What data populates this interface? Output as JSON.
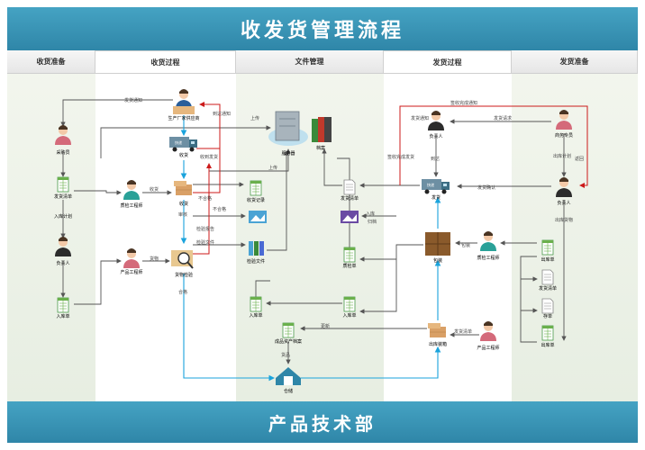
{
  "title": "收发货管理流程",
  "footer": "产品技术部",
  "lanes": [
    "收货准备",
    "收货过程",
    "文件管理",
    "发货过程",
    "发货准备"
  ],
  "nodes": {
    "manufacturer": "生产厂家供应商",
    "truck_recv": "收货",
    "buyer": "采购员",
    "goods_manifest_l": "发货清单",
    "stock_plan": "入库计划",
    "supervisor_l": "负责人",
    "inbound_form_l": "入库单",
    "recv": "收货",
    "unload": "收货",
    "qa_l": "质检工程师",
    "inspect": "货物检验",
    "prod_eng_l": "产品工程师",
    "recv_records": "收货记录",
    "inspect_docs": "检验文件",
    "inbound_form_c": "入库单",
    "rework": "入库单",
    "warehouse_slip": "质检单",
    "server": "服务器",
    "archive": "档案",
    "ship_manifest": "发货清单",
    "stock_records": "成品资产档案",
    "warehouse": "仓储",
    "sales": "商务专员",
    "truck_ship": "发货",
    "shipper": "负责人",
    "crate": "包装",
    "qa_r": "质检工程师",
    "pack": "出库装箱",
    "prod_eng_r": "产品工程师",
    "ship_form": "出库单",
    "pick_list": "发货清单",
    "receipt": "存单",
    "outbound_form": "出库单",
    "mgr": "负责人"
  },
  "edge_labels": {
    "e_buy_req": "发货通知",
    "e_recv_notice": "到达通知",
    "e_upload1": "上传",
    "e_upload2": "上传",
    "e_recv_sign": "收到发货",
    "e_recv": "收货",
    "e_fail": "不合格",
    "e_fail2": "不合格",
    "e_inspect_file": "检验报告",
    "e_inspect_doc": "检验文件",
    "e_pass": "合格",
    "e_prod_in": "货物",
    "e_review": "审核",
    "e_ship_req": "发货请求",
    "e_ship_notice": "发货通知",
    "e_ship_inform": "签收完成通知",
    "e_arrive": "到达",
    "e_ship_sign": "签收完成发货",
    "e_out_plan": "出库计划",
    "e_ship_cert": "发货确认",
    "e_return": "返回",
    "e_pack": "包装",
    "e_pick": "出库货物",
    "e_pack2": "发货清单",
    "e_into": "入库",
    "e_rework": "更新",
    "e_stock": "货品",
    "e_file2": "归档",
    "e_note": "发货清单"
  },
  "colors": {
    "banner": "#2f86a8",
    "lane_shade": "#eef3ea",
    "edge_gray": "#555555",
    "edge_red": "#cc1a1a",
    "edge_blue": "#1aa3dc"
  }
}
